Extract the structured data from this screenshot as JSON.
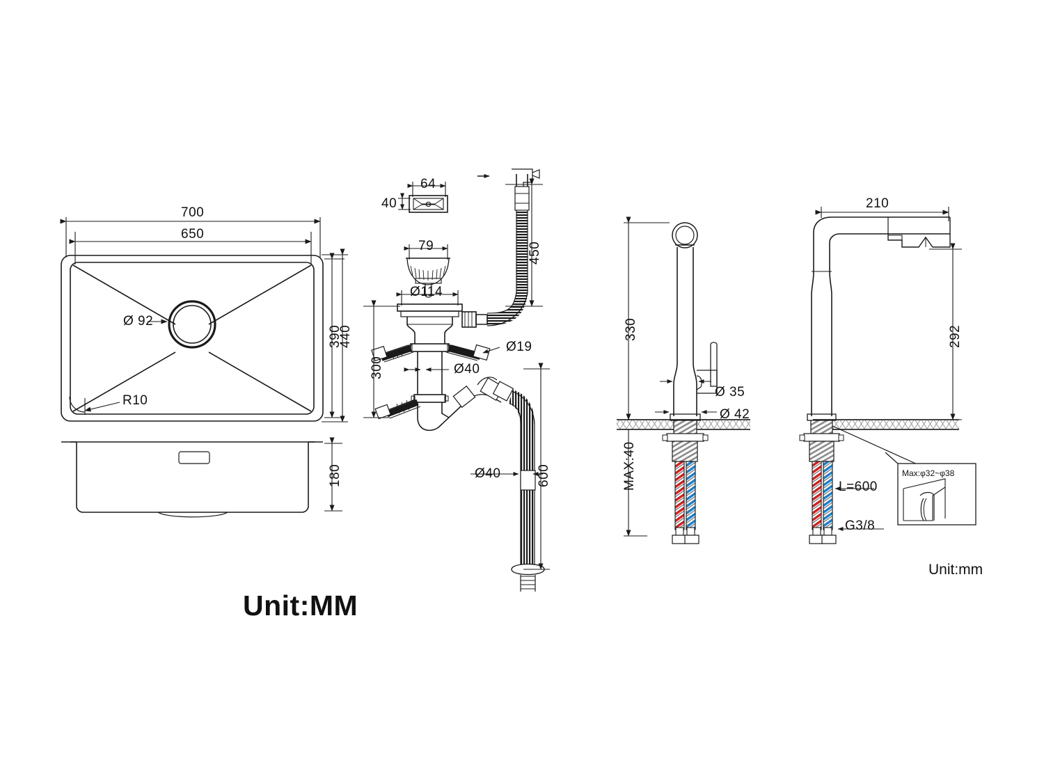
{
  "drawing": {
    "title_main": "Unit:MM",
    "title_secondary": "Unit:mm",
    "background_color": "#ffffff",
    "line_color": "#1a1a1a",
    "hot_hose_color": "#cc2222",
    "cold_hose_color": "#1f7fc4"
  },
  "sink": {
    "view_top_name": "sink-top-view",
    "view_front_name": "sink-front-view",
    "dimensions": {
      "overall_width": "700",
      "bowl_width": "650",
      "bowl_depth": "390",
      "overall_depth": "440",
      "bowl_height": "180",
      "drain_hole_dia": "Ø 92",
      "corner_radius": "R10"
    }
  },
  "drain_assembly": {
    "overflow_cover": {
      "width": "64",
      "height": "40"
    },
    "strainer_basket_dia": "79",
    "flange_dia": "Ø114",
    "overflow_pipe_length": "450",
    "overflow_hose_dia": "Ø19",
    "trap_inlet_dia": "Ø40",
    "trap_drop_height": "300",
    "waste_pipe_dia": "Ø40",
    "waste_pipe_length": "600"
  },
  "faucet_side": {
    "view_name": "faucet-side-view",
    "total_height": "330",
    "spout_body_dia": "Ø 35",
    "base_dia": "Ø 42",
    "counter_thickness": "MAX:40"
  },
  "faucet_front": {
    "view_name": "faucet-front-view",
    "reach": "210",
    "spout_height": "292",
    "hose_length": "L=600",
    "thread_size": "G3/8"
  },
  "detail_callout": {
    "label": "Max:φ32~φ38",
    "name": "mounting-hole-detail"
  }
}
